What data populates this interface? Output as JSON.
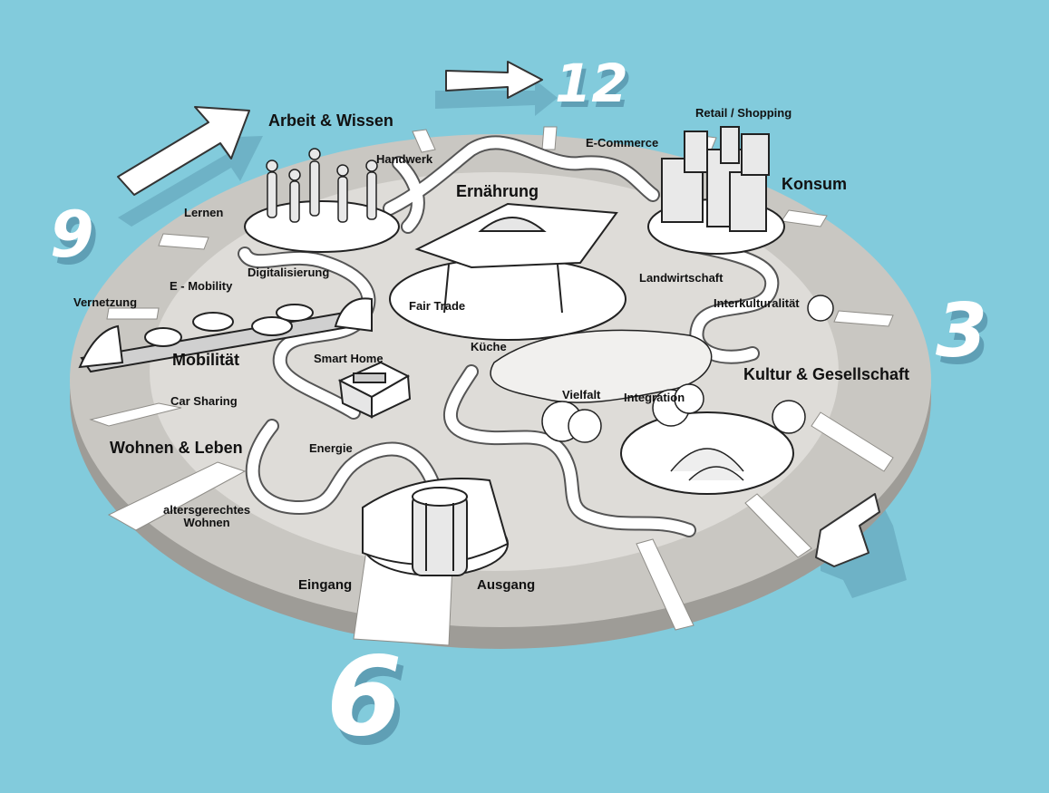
{
  "clock": {
    "n12": "12",
    "n3": "3",
    "n6": "6",
    "n9": "9"
  },
  "themes": {
    "arbeit": "Arbeit & Wissen",
    "ernaehrung": "Ernährung",
    "konsum": "Konsum",
    "kultur": "Kultur & Gesellschaft",
    "mobilitaet": "Mobilität",
    "wohnen": "Wohnen & Leben"
  },
  "topics": {
    "retail": "Retail / Shopping",
    "ecommerce": "E-Commerce",
    "handwerk": "Handwerk",
    "lernen": "Lernen",
    "digitalisierung": "Digitalisierung",
    "emobility": "E - Mobility",
    "vernetzung": "Vernetzung",
    "landwirtschaft": "Landwirtschaft",
    "interkulturalitaet": "Interkulturalität",
    "fairtrade": "Fair Trade",
    "kueche": "Küche",
    "smarthome": "Smart Home",
    "carsharing": "Car Sharing",
    "vielfalt": "Vielfalt",
    "integration": "Integration",
    "energie": "Energie",
    "altersgerecht_1": "altersgerechtes",
    "altersgerecht_2": "Wohnen",
    "eingang": "Eingang",
    "ausgang": "Ausgang"
  },
  "colors": {
    "background": "#82cbdc",
    "disc": "#c9c7c2",
    "disc_edge": "#9e9c97",
    "inner_ground": "#dedcd8",
    "white": "#ffffff",
    "ink": "#111111",
    "shadow_blue": "#5f9fb5"
  }
}
